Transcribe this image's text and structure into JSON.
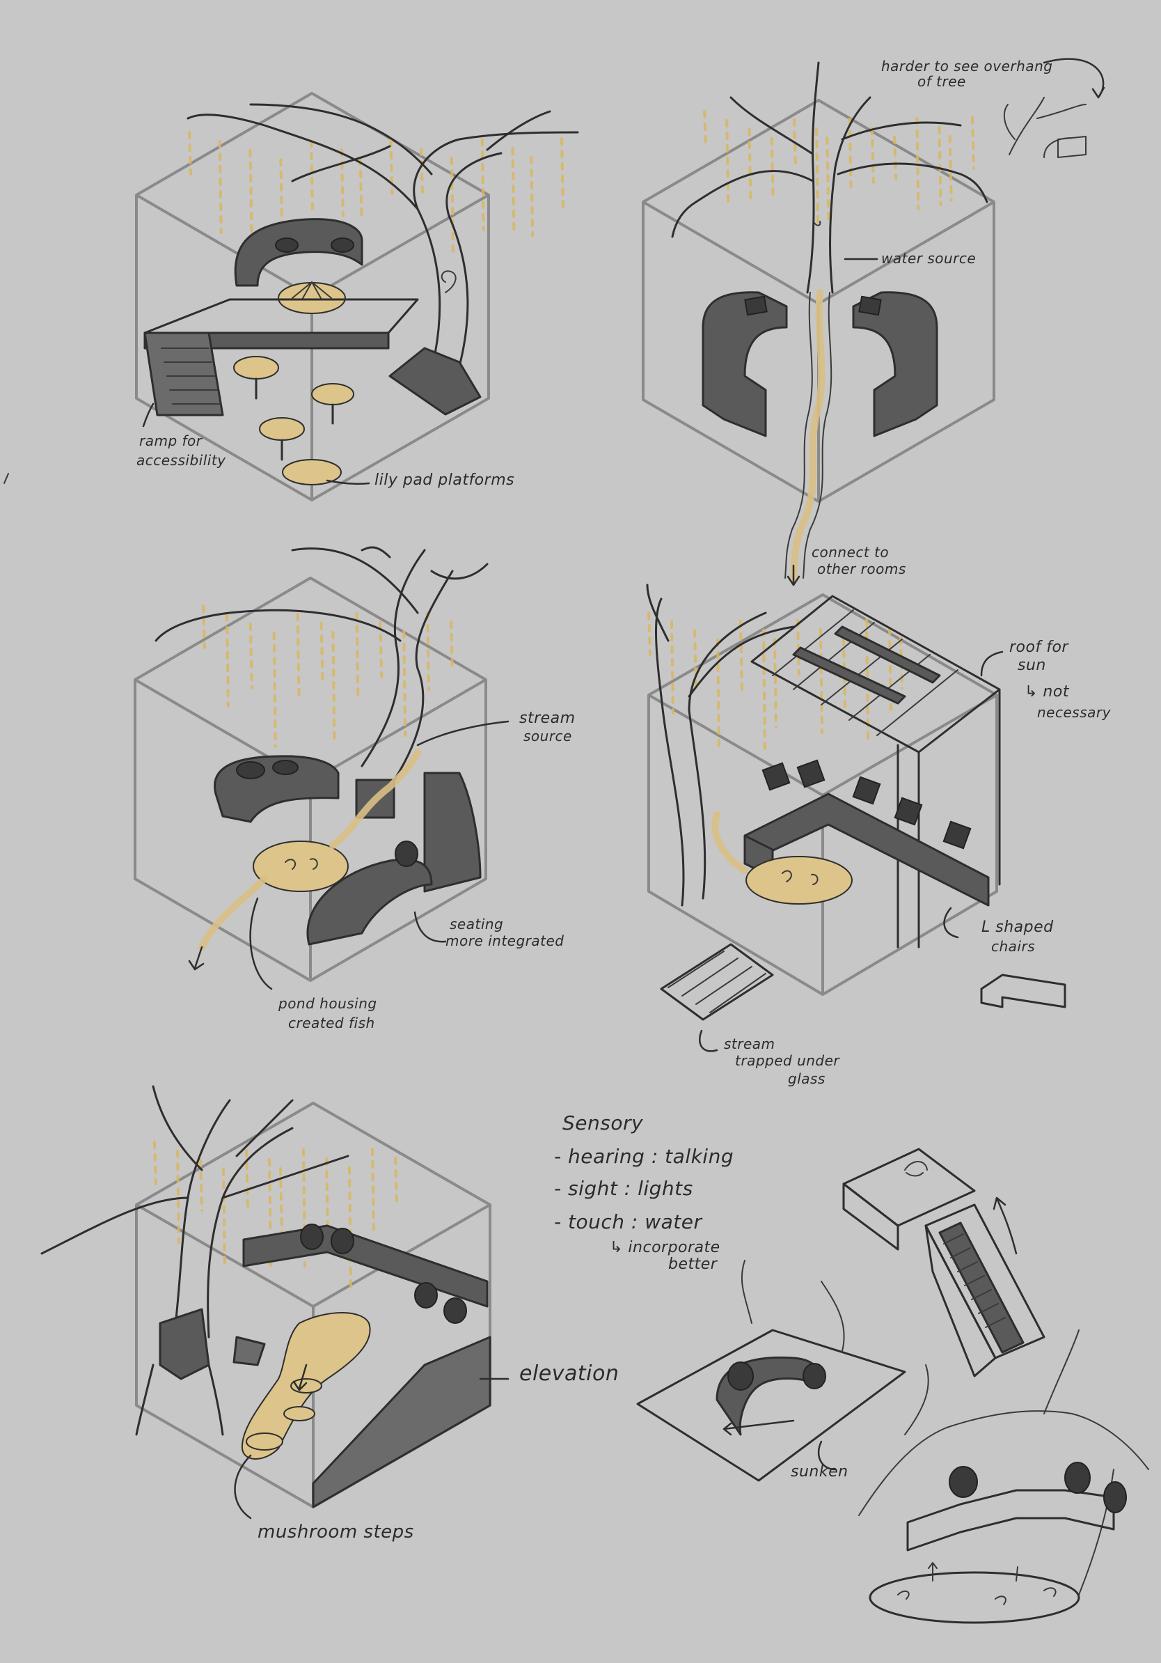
{
  "sheet": {
    "background": "#c7c7c7",
    "ink_color": "#2e2e2e",
    "accent_color": "#d9b761",
    "frame_color": "#8a8a8a"
  },
  "sketches": [
    {
      "id": "room-1",
      "annotations": {
        "ramp_line1": "ramp for",
        "ramp_line2": "accessibility",
        "lily": "lily pad platforms"
      }
    },
    {
      "id": "room-2",
      "annotations": {
        "overhang_line1": "harder to see overhang",
        "overhang_line2": "of tree",
        "water_source": "water source",
        "connect_line1": "connect to",
        "connect_line2": "other rooms"
      }
    },
    {
      "id": "room-3",
      "annotations": {
        "stream_line1": "stream",
        "stream_line2": "source",
        "seating_line1": "seating",
        "seating_line2": "more integrated",
        "pond_line1": "pond housing",
        "pond_line2": "created fish"
      }
    },
    {
      "id": "room-4",
      "annotations": {
        "roof_line1": "roof for",
        "roof_line2": "sun",
        "roof_line3": "↳ not",
        "roof_line4": "necessary",
        "chairs_line1": "L shaped",
        "chairs_line2": "chairs",
        "stream_line1": "stream",
        "stream_line2": "trapped under",
        "stream_line3": "glass"
      }
    },
    {
      "id": "room-5",
      "annotations": {
        "elevation": "elevation",
        "mushroom": "mushroom steps"
      }
    },
    {
      "id": "detail-sketches",
      "annotations": {
        "sunken": "sunken"
      }
    }
  ],
  "sensory_notes": {
    "heading": "Sensory",
    "items": [
      "- hearing : talking",
      "- sight : lights",
      "- touch : water"
    ],
    "sub_line1": "↳ incorporate",
    "sub_line2": "better"
  }
}
